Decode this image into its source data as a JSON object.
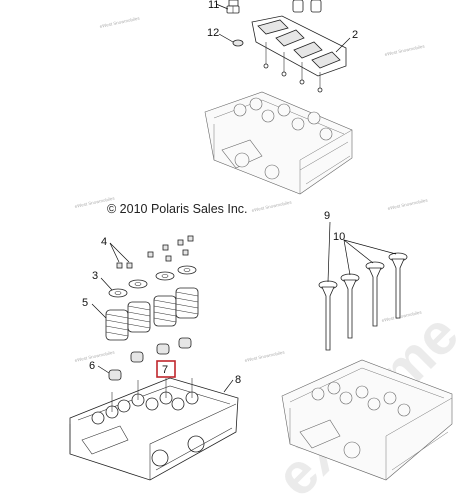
{
  "copyright": "© 2010 Polaris Sales Inc.",
  "watermark_large": "eXtreme",
  "watermark_small": "eWest Snowmobiles",
  "highlight_color": "#c0262c",
  "callouts": {
    "c2": "2",
    "c3": "3",
    "c4": "4",
    "c5": "5",
    "c6": "6",
    "c7": "7",
    "c8": "8",
    "c9": "9",
    "c10": "10",
    "c11": "11",
    "c12": "12"
  }
}
